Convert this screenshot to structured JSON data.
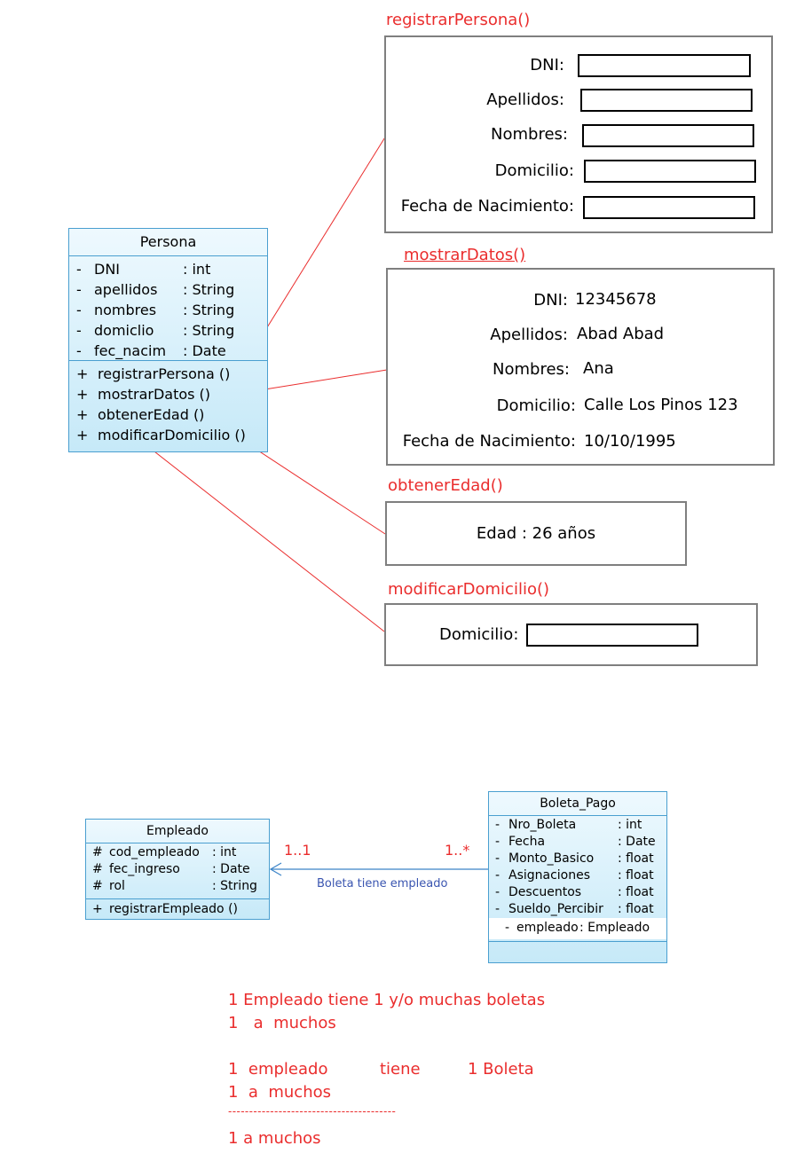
{
  "persona_class": {
    "name": "Persona",
    "attributes": [
      {
        "visibility": "-",
        "name": "DNI",
        "type": ": int"
      },
      {
        "visibility": "-",
        "name": "apellidos",
        "type": ": String"
      },
      {
        "visibility": "-",
        "name": "nombres",
        "type": ": String"
      },
      {
        "visibility": "-",
        "name": "domiclio",
        "type": ": String"
      },
      {
        "visibility": "-",
        "name": "fec_nacim",
        "type": ": Date"
      }
    ],
    "methods": [
      {
        "visibility": "+",
        "name": "registrarPersona ()"
      },
      {
        "visibility": "+",
        "name": "mostrarDatos ()"
      },
      {
        "visibility": "+",
        "name": "obtenerEdad ()"
      },
      {
        "visibility": "+",
        "name": "modificarDomicilio ()"
      }
    ]
  },
  "panels": {
    "registrar": {
      "title": "registrarPersona()",
      "fields": [
        "DNI:",
        "Apellidos:",
        "Nombres:",
        "Domicilio:",
        "Fecha de Nacimiento:"
      ]
    },
    "mostrar": {
      "title": "mostrarDatos()",
      "fields": [
        {
          "label": "DNI:",
          "value": "12345678"
        },
        {
          "label": "Apellidos:",
          "value": "Abad Abad"
        },
        {
          "label": "Nombres:",
          "value": "Ana"
        },
        {
          "label": "Domicilio:",
          "value": "Calle Los Pinos 123"
        },
        {
          "label": "Fecha de Nacimiento:",
          "value": "10/10/1995"
        }
      ]
    },
    "edad": {
      "title": "obtenerEdad()",
      "text": "Edad : 26 años"
    },
    "modificar": {
      "title": "modificarDomicilio()",
      "label": "Domicilio:"
    }
  },
  "empleado_class": {
    "name": "Empleado",
    "attributes": [
      {
        "visibility": "#",
        "name": "cod_empleado",
        "type": ": int"
      },
      {
        "visibility": "#",
        "name": "fec_ingreso",
        "type": ": Date"
      },
      {
        "visibility": "#",
        "name": "rol",
        "type": ": String"
      }
    ],
    "methods": [
      {
        "visibility": "+",
        "name": "registrarEmpleado ()"
      }
    ]
  },
  "boleta_class": {
    "name": "Boleta_Pago",
    "attributes": [
      {
        "visibility": "-",
        "name": "Nro_Boleta",
        "type": ": int"
      },
      {
        "visibility": "-",
        "name": "Fecha",
        "type": ": Date"
      },
      {
        "visibility": "-",
        "name": "Monto_Basico",
        "type": ": float"
      },
      {
        "visibility": "-",
        "name": "Asignaciones",
        "type": ": float"
      },
      {
        "visibility": "-",
        "name": "Descuentos",
        "type": ": float"
      },
      {
        "visibility": "-",
        "name": "Sueldo_Percibir",
        "type": ": float"
      }
    ],
    "extra_attribute": {
      "visibility": "-",
      "name": "empleado",
      "type": ": Empleado"
    }
  },
  "association": {
    "label": "Boleta tiene empleado",
    "mult_empleado": "1..1",
    "mult_boleta": "1..*"
  },
  "notes": {
    "line1": "1 Empleado tiene 1 y/o muchas boletas",
    "line2": "1   a  muchos",
    "line3a": "1  empleado",
    "line3b": "tiene",
    "line3c": "1 Boleta",
    "line4": "1  a  muchos",
    "separator": "----------------------------------------",
    "line5": "1 a muchos"
  },
  "colors": {
    "annotation_red": "#ea2d2d",
    "class_border": "#4a9fd0",
    "association_blue": "#3a55b0",
    "panel_border": "#7f7f7f"
  }
}
